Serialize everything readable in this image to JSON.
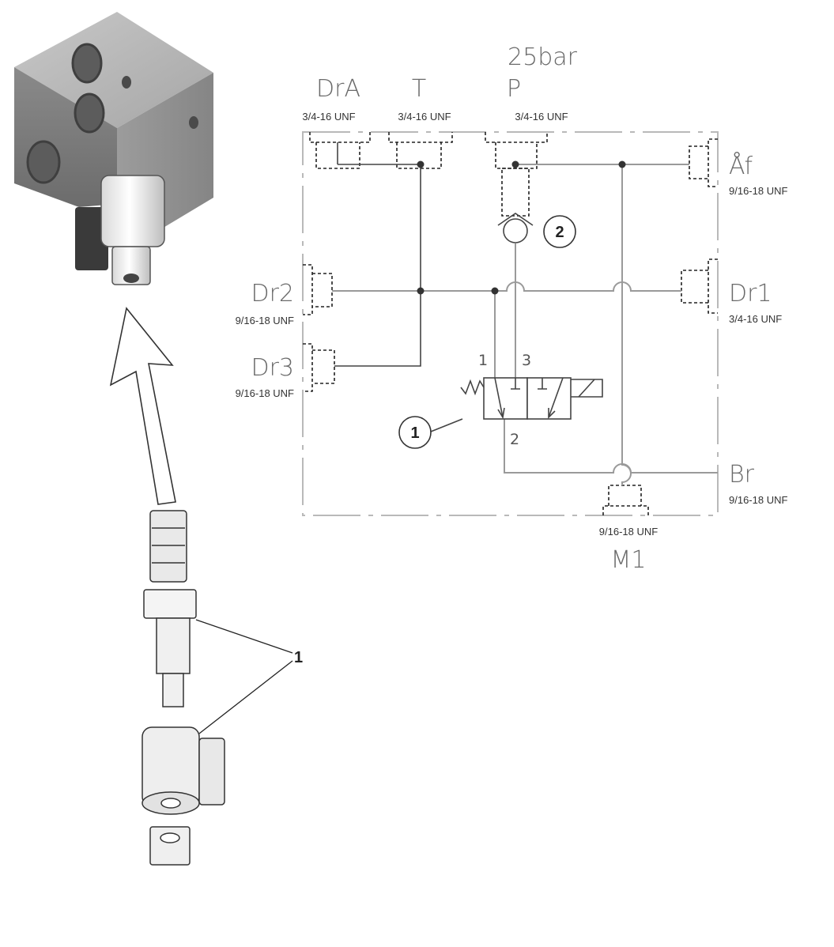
{
  "ports": {
    "dra": {
      "name": "DrA",
      "thread": "3/4-16 UNF"
    },
    "t": {
      "name": "T",
      "thread": "3/4-16 UNF"
    },
    "p": {
      "name": "P",
      "thread": "3/4-16 UNF",
      "pressure": "25bar"
    },
    "af": {
      "name": "Åf",
      "thread": "9/16-18 UNF"
    },
    "dr2": {
      "name": "Dr2",
      "thread": "9/16-18 UNF"
    },
    "dr1": {
      "name": "Dr1",
      "thread": "3/4-16 UNF"
    },
    "dr3": {
      "name": "Dr3",
      "thread": "9/16-18 UNF"
    },
    "br": {
      "name": "Br",
      "thread": "9/16-18 UNF"
    },
    "m1": {
      "name": "M1",
      "thread": "9/16-18 UNF"
    }
  },
  "valve_ports": {
    "one": "1",
    "two": "2",
    "three": "3"
  },
  "callouts": {
    "valve": "1",
    "check": "2",
    "exploded": "1"
  },
  "colors": {
    "block": "#8e8e8e",
    "line": "#9a9a9a",
    "frame": "#b9b9b9"
  }
}
